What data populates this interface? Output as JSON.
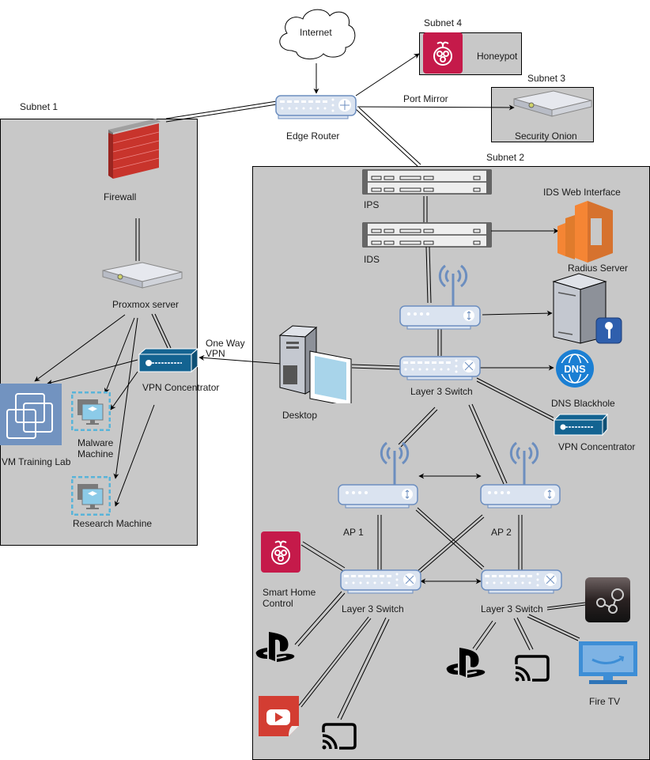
{
  "subnets": {
    "subnet1": "Subnet 1",
    "subnet2": "Subnet 2",
    "subnet3": "Subnet 3",
    "subnet4": "Subnet 4"
  },
  "nodes": {
    "internet": "Internet",
    "edge_router": "Edge Router",
    "honeypot": "Honeypot",
    "security_onion": "Security Onion",
    "firewall": "Firewall",
    "proxmox": "Proxmox server",
    "vpn_concentrator_1": "VPN Concentrator",
    "vm_training_lab": "VM Training Lab",
    "malware_machine": "Malware\nMachine",
    "research_machine": "Research Machine",
    "ips": "IPS",
    "ids": "IDS",
    "ids_web": "IDS Web Interface",
    "radius": "Radius Server",
    "desktop": "Desktop",
    "l3_switch_main": "Layer 3 Switch",
    "dns_blackhole": "DNS Blackhole",
    "vpn_concentrator_2": "VPN Concentrator",
    "ap1": "AP 1",
    "ap2": "AP 2",
    "smart_home": "Smart Home\nControl",
    "l3_switch_left": "Layer 3 Switch",
    "l3_switch_right": "Layer 3 Switch",
    "fire_tv": "Fire TV"
  },
  "edge_labels": {
    "port_mirror": "Port Mirror",
    "one_way_vpn": "One Way\nVPN"
  },
  "icons": {
    "raspberry": "raspberry-pi-icon",
    "playstation": "playstation-icon",
    "cast": "cast-icon",
    "youtube": "youtube-icon",
    "steam": "steam-icon",
    "firetv": "fire-tv-icon"
  },
  "colors": {
    "subnet_fill": "#c8c8c8",
    "device_blue": "#6c8ebf",
    "raspberry": "#c51a4a",
    "vpn_box": "#136391",
    "aws_orange": "#f58534",
    "dns_blue": "#1b7fd3",
    "vm_blue": "#7293c0",
    "youtube_red": "#d33d32",
    "firetv_blue": "#3d8ed6"
  }
}
